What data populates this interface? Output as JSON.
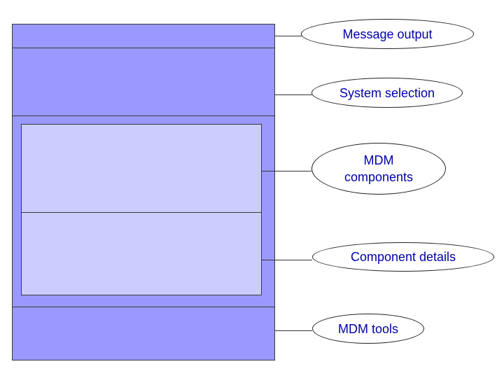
{
  "colors": {
    "outer_block": "#9999ff",
    "inner_panel": "#ccccff",
    "label_text": "#0000aa",
    "lines": "#333333"
  },
  "callouts": [
    {
      "id": "message-output",
      "text": "Message output"
    },
    {
      "id": "system-selection",
      "text": "System selection"
    },
    {
      "id": "mdm-components",
      "text": "MDM\ncomponents"
    },
    {
      "id": "component-details",
      "text": "Component details"
    },
    {
      "id": "mdm-tools",
      "text": "MDM tools"
    }
  ]
}
